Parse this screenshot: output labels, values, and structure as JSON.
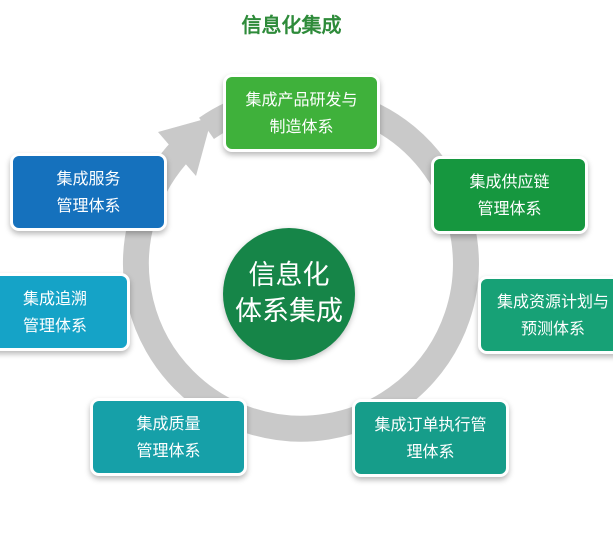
{
  "title": "信息化集成",
  "center": {
    "line1": "信息化",
    "line2": "体系集成"
  },
  "nodes": [
    {
      "line1": "集成产品研发与",
      "line2": "制造体系"
    },
    {
      "line1": "集成供应链",
      "line2": "管理体系"
    },
    {
      "line1": "集成资源计划与",
      "line2": "预测体系"
    },
    {
      "line1": "集成订单执行管",
      "line2": "理体系"
    },
    {
      "line1": "集成质量",
      "line2": "管理体系"
    },
    {
      "line1": "集成追溯",
      "line2": "管理体系"
    },
    {
      "line1": "集成服务",
      "line2": "管理体系"
    }
  ],
  "colors": {
    "title": "#2e8b3a",
    "center": "#168548",
    "ring": "#c9c9c9",
    "node_fills": [
      "#3fb13b",
      "#16973f",
      "#17a176",
      "#169d8a",
      "#16a0a8",
      "#15a3c7",
      "#1571bd"
    ]
  },
  "icons": {
    "ring": "circular-cycle-arrow-icon"
  }
}
